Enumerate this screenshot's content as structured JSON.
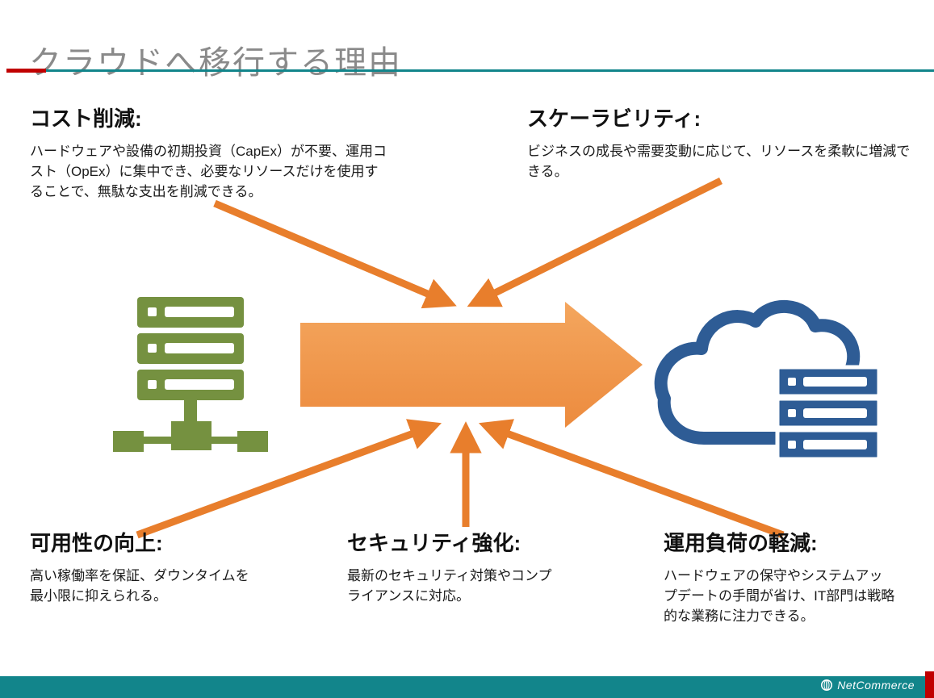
{
  "title": "クラウドへ移行する理由",
  "sections": {
    "cost": {
      "heading": "コスト削減:",
      "body": "ハードウェアや設備の初期投資（CapEx）が不要、運用コスト（OpEx）に集中でき、必要なリソースだけを使用することで、無駄な支出を削減できる。"
    },
    "scalability": {
      "heading": "スケーラビリティ:",
      "body": "ビジネスの成長や需要変動に応じて、リソースを柔軟に増減できる。"
    },
    "availability": {
      "heading": "可用性の向上:",
      "body": "高い稼働率を保証、ダウンタイムを最小限に抑えられる。"
    },
    "security": {
      "heading": "セキュリティ強化:",
      "body": "最新のセキュリティ対策やコンプライアンスに対応。"
    },
    "operations": {
      "heading": "運用負荷の軽減:",
      "body": "ハードウェアの保守やシステムアップデートの手間が省け、IT部門は戦略的な業務に注力できる。"
    }
  },
  "footer": {
    "brand": "NetCommerce"
  },
  "colors": {
    "title_gray": "#8A8A8A",
    "accent_red": "#C00000",
    "accent_teal": "#12858B",
    "arrow_orange": "#E87E2C",
    "big_arrow_orange": "#F09A52",
    "server_green": "#759140",
    "cloud_blue": "#2E5C95"
  }
}
